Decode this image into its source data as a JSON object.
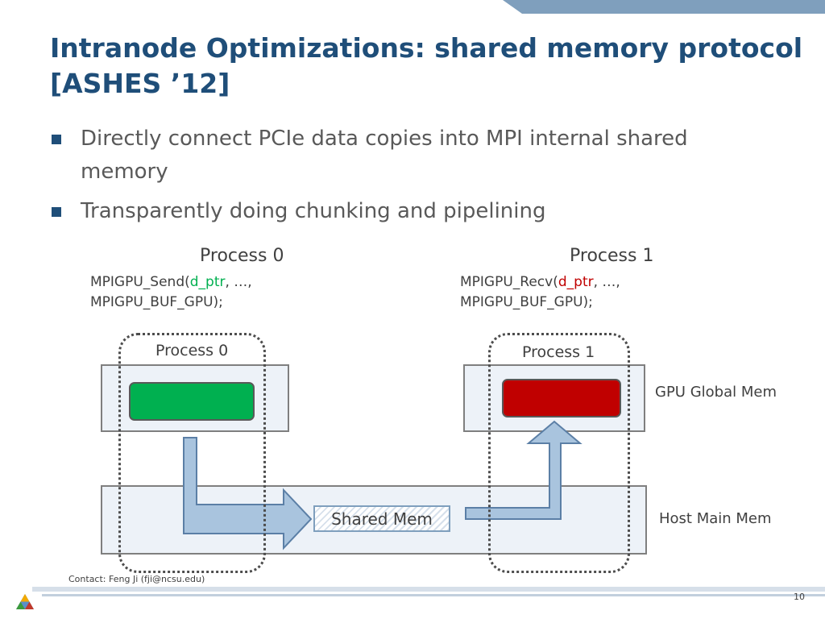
{
  "slide": {
    "title": "Intranode Optimizations: shared memory protocol [ASHES ’12]",
    "bullets": [
      "Directly connect PCIe data copies into MPI internal shared memory",
      "Transparently doing chunking and pipelining"
    ],
    "process0": {
      "heading": "Process 0",
      "call_prefix": "MPIGPU_Send(",
      "call_ptr": "d_ptr",
      "call_suffix": ", …,",
      "call_line2": "MPIGPU_BUF_GPU);",
      "box_label": "Process 0",
      "buffer_color": "#00b050"
    },
    "process1": {
      "heading": "Process 1",
      "call_prefix": "MPIGPU_Recv(",
      "call_ptr": "d_ptr",
      "call_suffix": ", …,",
      "call_line2": "MPIGPU_BUF_GPU);",
      "box_label": "Process 1",
      "buffer_color": "#c00000"
    },
    "labels": {
      "gpu_mem": "GPU Global Mem",
      "host_mem": "Host Main Mem",
      "shared_mem": "Shared Mem"
    },
    "footer": {
      "contact": "Contact: Feng Ji (fji@ncsu.edu)",
      "page_number": "10"
    },
    "colors": {
      "title": "#1f4e79",
      "arrow_fill": "#a9c4de",
      "arrow_stroke": "#5b7fa6"
    }
  }
}
